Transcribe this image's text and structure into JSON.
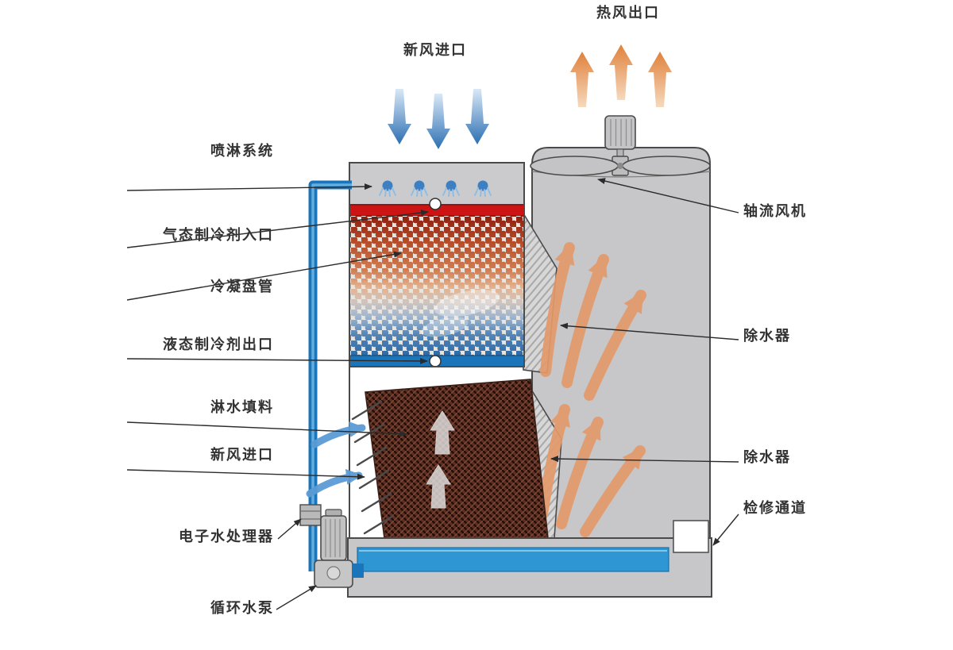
{
  "diagram": {
    "labels": {
      "hot_air_outlet": "热风出口",
      "fresh_air_inlet_top": "新风进口",
      "spray_system": "喷淋系统",
      "gas_refrigerant_inlet": "气态制冷剂入口",
      "condensing_coil": "冷凝盘管",
      "liquid_refrigerant_outlet": "液态制冷剂出口",
      "fill_material": "淋水填料",
      "fresh_air_inlet_side": "新风进口",
      "electronic_water_treater": "电子水处理器",
      "circulating_pump": "循环水泵",
      "axial_fan": "轴流风机",
      "drift_eliminator_upper": "除水器",
      "drift_eliminator_lower": "除水器",
      "service_access": "检修通道"
    },
    "colors": {
      "hot_air_arrow": "#E08A3C",
      "fresh_air_arrow": "#2F73B5",
      "pipe": "#1B75BB",
      "refrigerant_inlet_header": "#CC1414",
      "refrigerant_outlet_header": "#1B75BB",
      "tower_body": "#C7C7C9",
      "basin_water": "#2D96D3",
      "coil_hot_end": "#8F1F10",
      "coil_cold_end": "#2F6AA5"
    }
  }
}
